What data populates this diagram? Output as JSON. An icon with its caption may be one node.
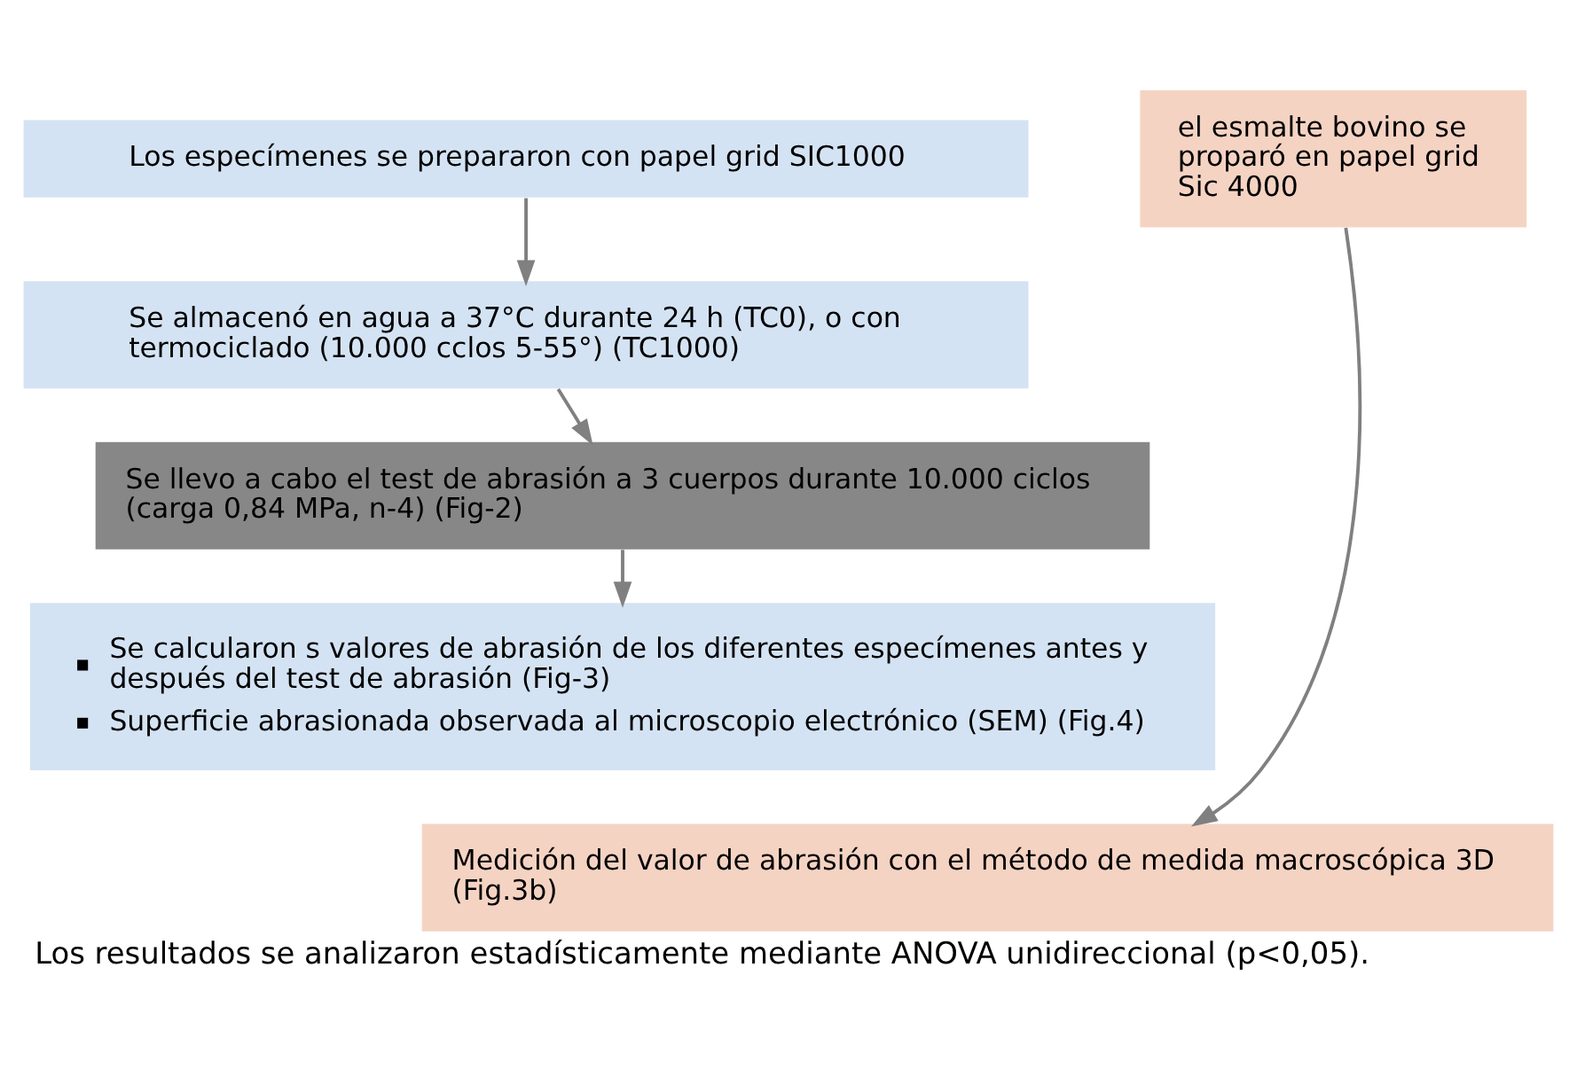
{
  "diagram": {
    "caption": "Los resultados se analizaron estadísticamente mediante ANOVA unidireccional (p<0,05).",
    "nodes": [
      {
        "text": [
          "Los especímenes se prepararon con papel grid SIC1000"
        ]
      },
      {
        "text": [
          "el esmalte bovino se proparó en papel grid Sic 4000"
        ]
      },
      {
        "text": [
          "Se almacenó en agua a 37°C durante 24 h (TC0), o con termociclado (10.000 cclos 5-55°) (TC1000)"
        ]
      },
      {
        "text": [
          "Se llevo a cabo el test de abrasión a 3 cuerpos durante 10.000 ciclos (carga 0,84 MPa, n-4) (Fig-2)"
        ]
      },
      {
        "text": [
          "Se calcularon s valores de abrasión de los diferentes especímenes antes y después del test de abrasión (Fig-3)",
          "Superficie abrasionada observada al microscopio electrónico (SEM) (Fig.4)"
        ]
      },
      {
        "text": [
          "Medición del valor de abrasión con el método de medida macroscópica 3D (Fig.3b)"
        ]
      }
    ],
    "edges": [
      {
        "from": 0,
        "to": 2,
        "arrow": "to"
      },
      {
        "from": 2,
        "to": 3,
        "arrow": "to"
      },
      {
        "from": 3,
        "to": 4,
        "arrow": "to"
      },
      {
        "from": 1,
        "to": 5,
        "arrow": "to"
      }
    ]
  }
}
